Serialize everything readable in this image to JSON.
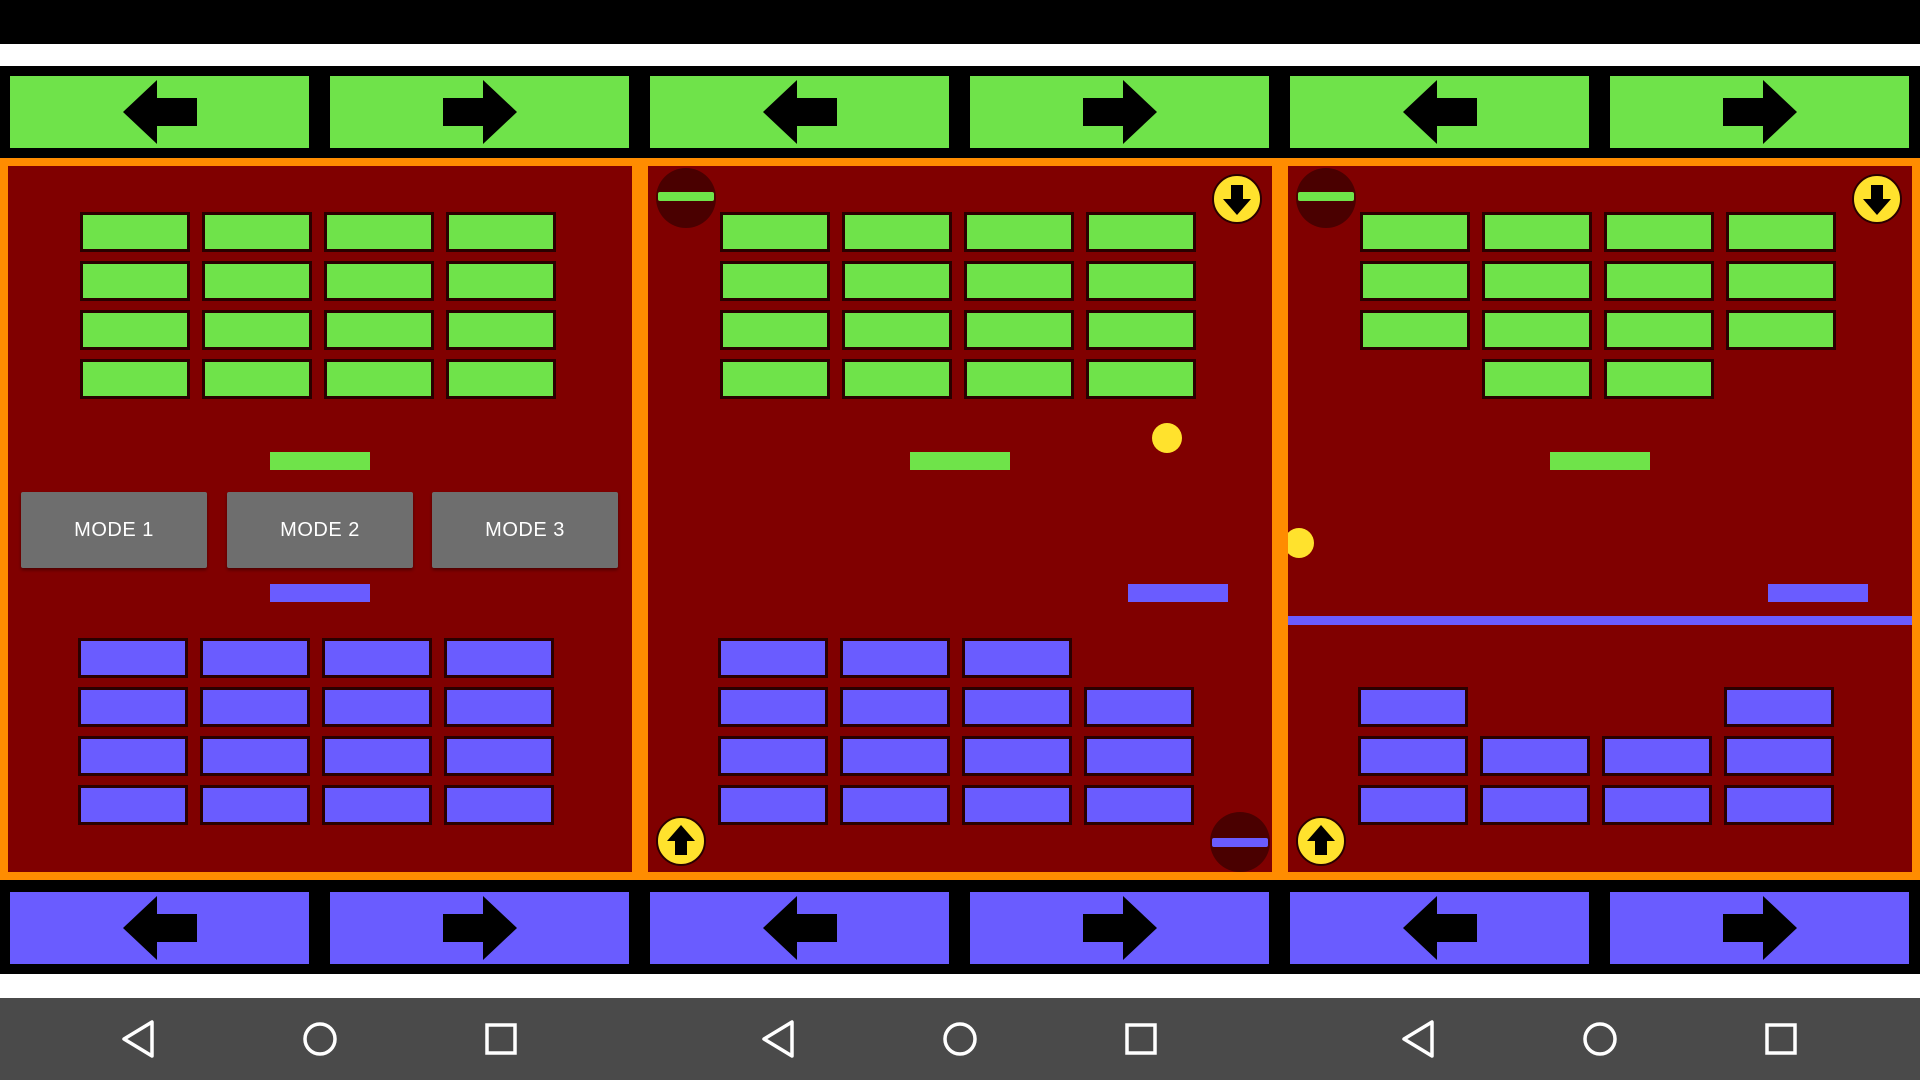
{
  "colors": {
    "player_top": "#6fe34a",
    "player_bottom": "#6a5cff",
    "panel_bg": "#800000",
    "panel_border": "#ff8c00",
    "ball": "#ffe22d",
    "button_bg": "#6e6e6e",
    "nav_bg": "#4a4a4a"
  },
  "icons": {
    "arrow_left": "arrow-left-icon",
    "arrow_right": "arrow-right-icon",
    "speed_up": "arrow-up-icon",
    "speed_down": "arrow-down-icon",
    "nav_back": "triangle-back-icon",
    "nav_home": "circle-home-icon",
    "nav_recents": "square-recents-icon"
  },
  "menu": {
    "modes": [
      {
        "label": "MODE 1"
      },
      {
        "label": "MODE 2"
      },
      {
        "label": "MODE 3"
      }
    ]
  },
  "game_state": {
    "panel1": {
      "top_bricks": [
        [
          1,
          1,
          1,
          1
        ],
        [
          1,
          1,
          1,
          1
        ],
        [
          1,
          1,
          1,
          1
        ],
        [
          1,
          1,
          1,
          1
        ]
      ],
      "bottom_bricks": [
        [
          1,
          1,
          1,
          1
        ],
        [
          1,
          1,
          1,
          1
        ],
        [
          1,
          1,
          1,
          1
        ],
        [
          1,
          1,
          1,
          1
        ]
      ]
    },
    "panel2": {
      "top_bricks": [
        [
          1,
          1,
          1,
          1
        ],
        [
          1,
          1,
          1,
          1
        ],
        [
          1,
          1,
          1,
          1
        ],
        [
          1,
          1,
          1,
          1
        ]
      ],
      "bottom_bricks": [
        [
          1,
          1,
          1,
          0
        ],
        [
          1,
          1,
          1,
          1
        ],
        [
          1,
          1,
          1,
          1
        ],
        [
          1,
          1,
          1,
          1
        ]
      ]
    },
    "panel3": {
      "top_bricks": [
        [
          1,
          1,
          1,
          1
        ],
        [
          1,
          1,
          1,
          1
        ],
        [
          1,
          1,
          1,
          1
        ],
        [
          0,
          1,
          1,
          0
        ]
      ],
      "bottom_bricks": [
        [
          1,
          0,
          0,
          1
        ],
        [
          1,
          1,
          1,
          1
        ],
        [
          1,
          1,
          1,
          1
        ]
      ]
    }
  }
}
